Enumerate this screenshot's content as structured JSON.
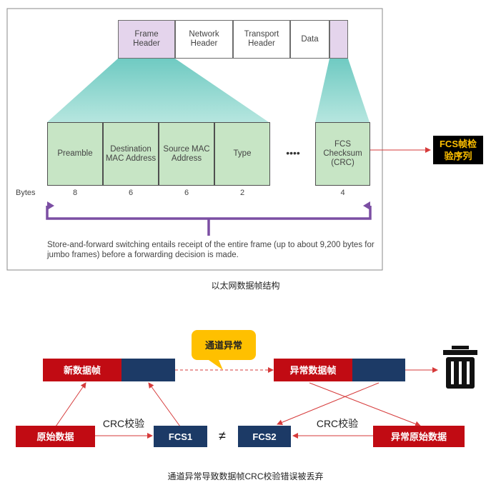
{
  "top_diagram": {
    "header_segments": [
      "Frame\nHeader",
      "Network\nHeader",
      "Transport\nHeader",
      "Data"
    ],
    "fields": [
      {
        "label": "Preamble",
        "bytes": "8"
      },
      {
        "label": "Destination\nMAC Address",
        "bytes": "6"
      },
      {
        "label": "Source MAC\nAddress",
        "bytes": "6"
      },
      {
        "label": "Type",
        "bytes": "2"
      },
      {
        "label": "FCS\nChecksum\n(CRC)",
        "bytes": "4"
      }
    ],
    "ellipsis": "••••",
    "bytes_label": "Bytes",
    "description": "Store-and-forward switching entails receipt of the entire frame (up to about 9,200 bytes for jumbo frames) before a forwarding decision is made.",
    "fcs_callout": "FCS帧检\n验序列",
    "caption": "以太网数据帧结构"
  },
  "bottom_diagram": {
    "new_frame": "新数据帧",
    "abnormal_frame": "异常数据帧",
    "channel_error": "通道异常",
    "original_data": "原始数据",
    "crc_check_left": "CRC校验",
    "crc_check_right": "CRC校验",
    "fcs1": "FCS1",
    "not_equal": "≠",
    "fcs2": "FCS2",
    "abnormal_original": "异常原始数据",
    "trash_icon": "trash-icon",
    "caption": "通道异常导致数据帧CRC校验错误被丢弃"
  },
  "colors": {
    "red": "#c10b13",
    "navy": "#1c3a66",
    "green": "#c7e5c5",
    "purple": "#e4d4ec",
    "teal": "#8fd6cf",
    "callout_yellow": "#ffc000",
    "arrow_purple": "#7b4ea3"
  }
}
